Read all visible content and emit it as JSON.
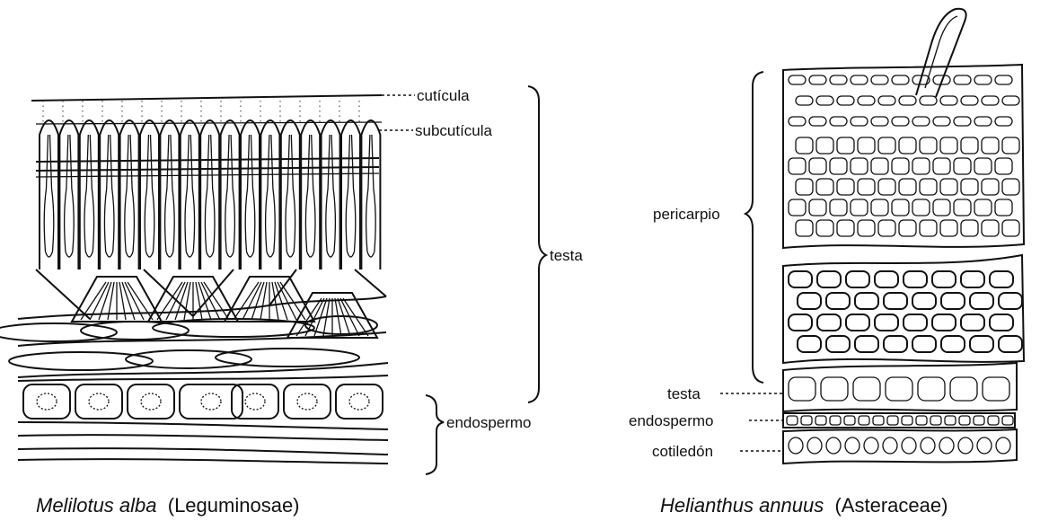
{
  "left_figure": {
    "labels": {
      "cuticula": "cutícula",
      "subcuticula": "subcutícula",
      "testa": "testa",
      "endospermo": "endospermo"
    },
    "caption_species": "Melilotus alba",
    "caption_family": "(Leguminosae)"
  },
  "right_figure": {
    "labels": {
      "pericarpio": "pericarpio",
      "testa": "testa",
      "endospermo": "endospermo",
      "cotiledon": "cotiledón"
    },
    "caption_species": "Helianthus annuus",
    "caption_family": "(Asteraceae)"
  }
}
